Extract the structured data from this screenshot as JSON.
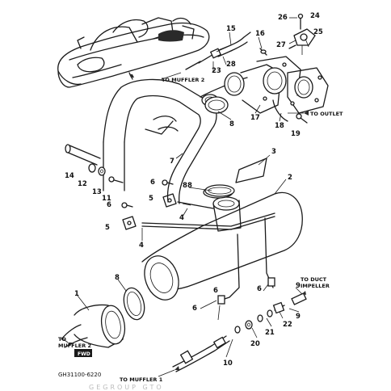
{
  "part_numbers": {
    "p1": "1",
    "p2": "2",
    "p3": "3",
    "p4a": "4",
    "p4b": "4",
    "p5a": "5",
    "p5b": "5",
    "p6a": "6",
    "p6b": "6",
    "p6c": "6",
    "p6d": "6",
    "p6e": "6",
    "p7": "7",
    "p8a": "8",
    "p8b": "8",
    "p8c": "8",
    "p8d": "8",
    "p9a": "9",
    "p9b": "9",
    "p10": "10",
    "p11": "11",
    "p12": "12",
    "p13": "13",
    "p14": "14",
    "p15": "15",
    "p16": "16",
    "p17": "17",
    "p18": "18",
    "p19": "19",
    "p20": "20",
    "p21": "21",
    "p22": "22",
    "p23": "23",
    "p24": "24",
    "p25": "25",
    "p26": "26",
    "p27": "27",
    "p28": "28"
  },
  "callouts": {
    "to_muffler2_top": "TO MUFFLER 2",
    "to_outlet": "TO OUTLET",
    "to_duct_impeller_1": "TO DUCT",
    "to_duct_impeller_2": "IMPELLER",
    "to_muffler2_left_1": "TO",
    "to_muffler2_left_2": "MUFFLER 2",
    "to_muffler1": "TO MUFFLER 1"
  },
  "badge": "FWD",
  "diagram_code": "GH31100-6220",
  "footer_watermark": "GEGROUP GTO"
}
